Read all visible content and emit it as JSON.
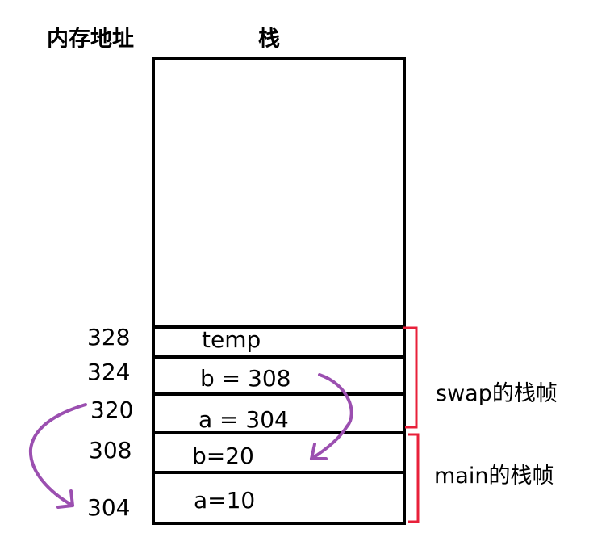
{
  "headers": {
    "address": "内存地址",
    "stack": "栈"
  },
  "cells": {
    "temp": "temp",
    "swap_b": "b = 308",
    "swap_a": "a = 304",
    "main_b": "b=20",
    "main_a": "a=10"
  },
  "addresses": {
    "a328": "328",
    "a324": "324",
    "a320": "320",
    "a308": "308",
    "a304": "304"
  },
  "frames": {
    "swap": "swap的栈帧",
    "main": "main的栈帧"
  },
  "colors": {
    "frame_bracket": "#e8203a",
    "pointer_arrow": "#9b4fb0",
    "outline": "#000000"
  }
}
